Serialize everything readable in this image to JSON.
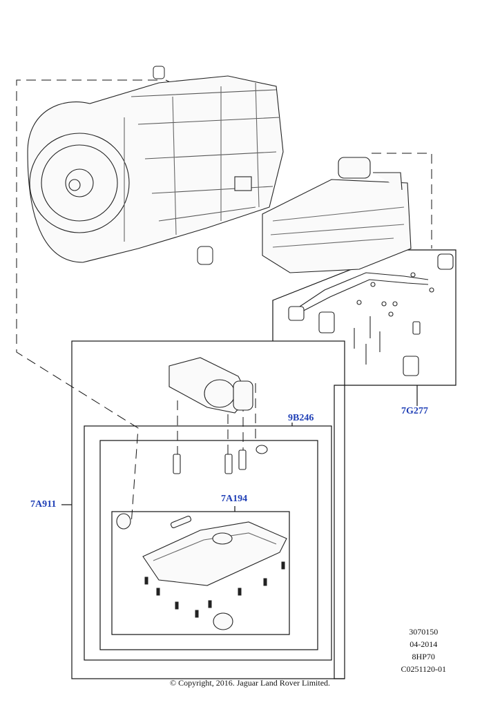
{
  "callouts": {
    "transmission_assembly": "7A911",
    "valve_body_kit": "7G277",
    "mechatronic_kit": "9B246",
    "oil_pan": "7A194"
  },
  "reference": {
    "illustration_number": "3070150",
    "date": "04-2014",
    "model": "8HP70",
    "catalogue_code": "C0251120-01"
  },
  "copyright": "© Copyright, 2016. Jaguar Land Rover Limited.",
  "colors": {
    "callout": "#1f3fb6",
    "line": "#111111"
  }
}
